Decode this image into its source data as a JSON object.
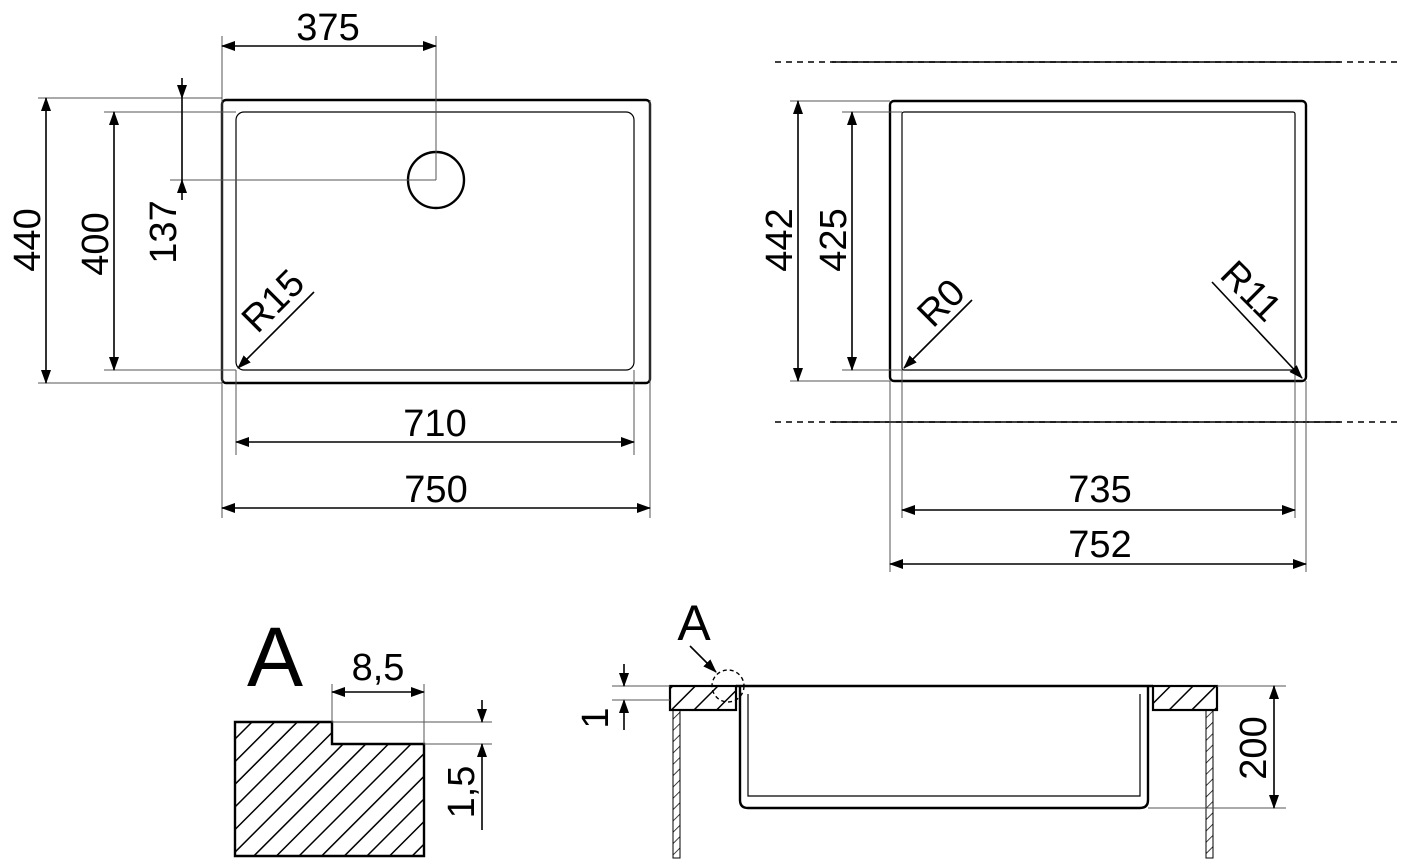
{
  "top_left": {
    "dim_width_inner": "710",
    "dim_width_outer": "750",
    "dim_height_outer": "440",
    "dim_height_inner": "400",
    "dim_drain_y": "137",
    "dim_drain_x": "375",
    "radius": "R15"
  },
  "top_right": {
    "dim_height_outer": "442",
    "dim_height_inner": "425",
    "radius_left": "R0",
    "radius_right": "R11",
    "dim_width_inner": "735",
    "dim_width_outer": "752"
  },
  "detail": {
    "label": "A",
    "dim_step": "8,5",
    "dim_depth": "1,5"
  },
  "section": {
    "label": "A",
    "dim_offset": "1",
    "dim_depth": "200"
  }
}
